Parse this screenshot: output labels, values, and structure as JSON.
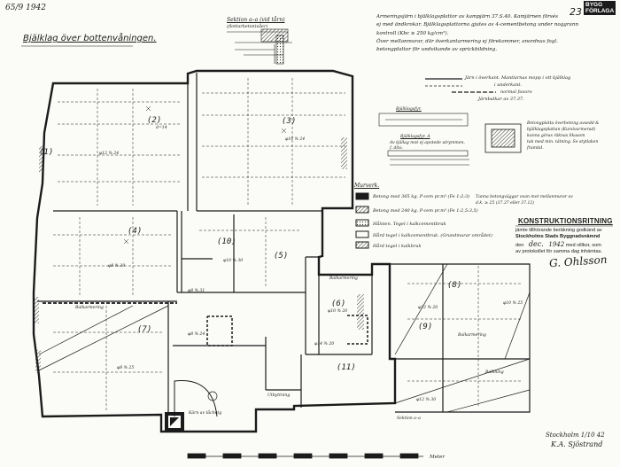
{
  "header": {
    "archive_ref": "65/9 1942",
    "page_number": "23",
    "stamp_line1": "BYGG",
    "stamp_line2": "FÖRLAGA",
    "drawing_title": "Bjälklag över bottenvåningen."
  },
  "section_detail": {
    "title_line1": "Sektion a–a (vid tårn)",
    "title_line2": "(flottarbetsnivåer)"
  },
  "spec_notes": {
    "lines": [
      "Armeringsjärn i bjälklagsplattor av kampjärn 37.S.40. Kamjärnen försés",
      "ej med ändkrokar. Bjälklagsplattorna gjutes av 4-cementbetong under noggrann",
      "kontroll (Kbc ≥ 250 kg/cm²).",
      "Över mellanmurar, där överkantarmering ej förekommer, anordnas fogl.",
      "betongplattor för undvikande av sprickbildning."
    ]
  },
  "rebar_legend": {
    "line1": "Järn i överkant. Mantlarnas mopp i vtt bjälklag",
    "line2": "i underkant.",
    "line3": "normal favoro",
    "line4": "Järnbalkar av 37.37."
  },
  "detail_labels": {
    "plan_detail_title": "Bjälklagsfyr.",
    "detail_a_title": "Bjälklagsfyr. A",
    "detail_a_note1": "Av tjällag mot ej apotede utrymmen,",
    "detail_a_note2": "f. dito.",
    "hatched_note1": "Betongplatta överbetong avsedd &",
    "hatched_note2": "bjälklagsplattan (Kursivarmerad)",
    "hatched_note3": "kunna göras räknas likasom",
    "hatched_note4": "tak med min. tätning. Se stytlaken",
    "hatched_note5": "framtid."
  },
  "materials_legend": {
    "heading": "Murverk.",
    "items": [
      "Betong med 365 kg. P-cem pr.m³ (Fe 1:2:3)",
      "Betong med 240 kg. P-cem pr.m³ (Fe 1:2,5:3,5)",
      "Hålsten. Tegel i kalkcementbruk",
      "Hård tegel i kalkcementbruk. (Grundmurar området)",
      "Hård tegel i kalkbruk"
    ]
  },
  "steel_note": {
    "line1": "Tunna betongväggar ovan mot mellanmurar av",
    "line2": "d.k. ≥ 25 (37.37 eller 37.12)"
  },
  "approval": {
    "title": "KONSTRUKTIONSRITNING",
    "body_line1": "jämte tillhörande beräkning godkänd av",
    "body_line2": "Stockholms Stads Byggnadsnämnd",
    "body_line3_a": "den",
    "body_line3_b": "dec.",
    "body_line3_c": "1942",
    "body_line3_d": "med villkor, som",
    "body_line4": "av protokollet för samma dag inhämtas.",
    "signature": "G. Ohlsson"
  },
  "plan_labels": {
    "room_refs": [
      "(1)",
      "(2)",
      "(3)",
      "(4)",
      "(5)",
      "(6)",
      "(7)",
      "(8)",
      "(9)",
      "(10)",
      "(11)"
    ],
    "rebar_tags": [
      "d=14",
      "φ12 % 24",
      "φ10 % 24",
      "φ8 % 30",
      "φ10 % 30",
      "φ12 % 20",
      "φ8 % 25",
      "φ10 % 20",
      "φ8 % 24",
      "φ12 % 30",
      "φ14 % 20",
      "φ8 % 31",
      "φ10 % 25"
    ],
    "stair_label": "Kärn av tåchetg",
    "open_label": "Utbyttning",
    "beam_label": "Balkarmering",
    "beam_label2": "Balkarmering",
    "side_note": "Balkning",
    "mid_note": "Balkarmering",
    "corner_note": "Sektion a–a"
  },
  "footer": {
    "sign_date": "Stockholm 1/10 42",
    "engineer": "K.A. Sjöstrand",
    "scale_label": "Meter"
  },
  "colors": {
    "ink": "#1b1b1b",
    "paper": "#fbfbf8",
    "hatch": "#444444"
  }
}
